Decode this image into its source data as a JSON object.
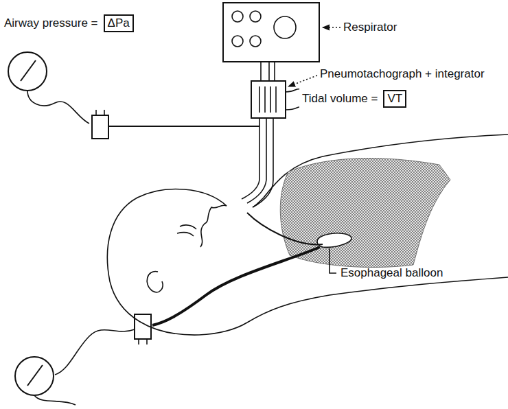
{
  "diagram": {
    "nodes": [
      {
        "text": [
          "ΔPa"
        ]
      },
      {
        "text": [
          "VT"
        ]
      }
    ],
    "labels": [
      "Respirator",
      "Airway pressure =",
      "Pneumotachograph + integrator",
      "Tidal volume =",
      "Esophageal balloon"
    ]
  }
}
